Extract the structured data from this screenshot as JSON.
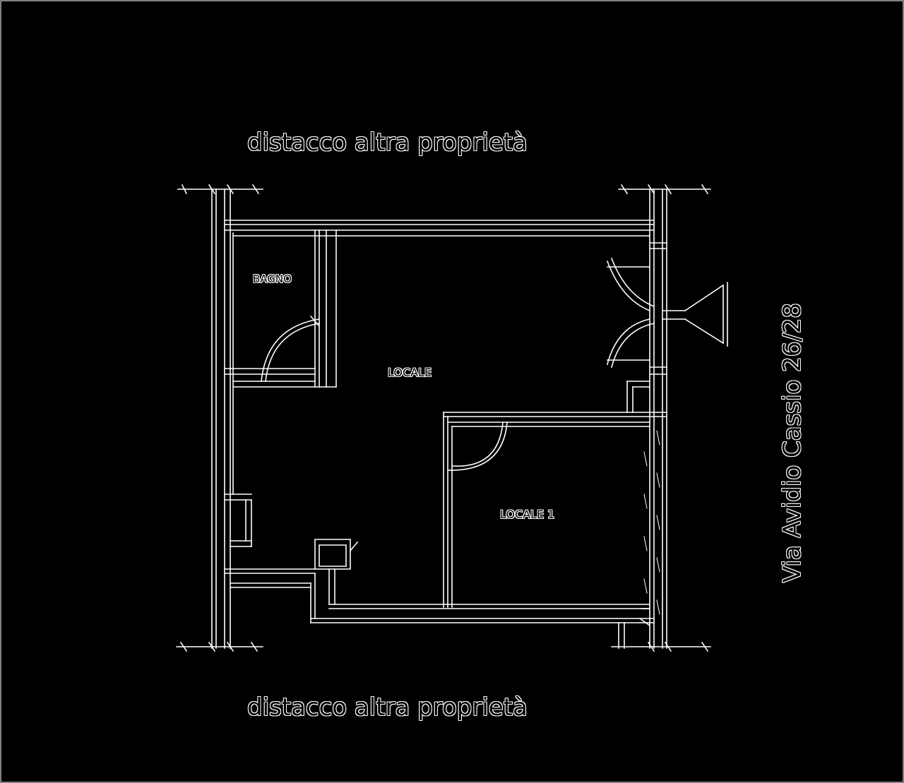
{
  "drawing": {
    "top_note": "distacco altra proprietà",
    "bottom_note": "distacco altra proprietà",
    "street": "Via Avidio Cassio 26/28",
    "rooms": {
      "bagno": "BAGNO",
      "locale": "LOCALE",
      "locale_1": "LOCALE 1"
    }
  },
  "colors": {
    "background": "#000000",
    "linework": "#ffffff"
  }
}
